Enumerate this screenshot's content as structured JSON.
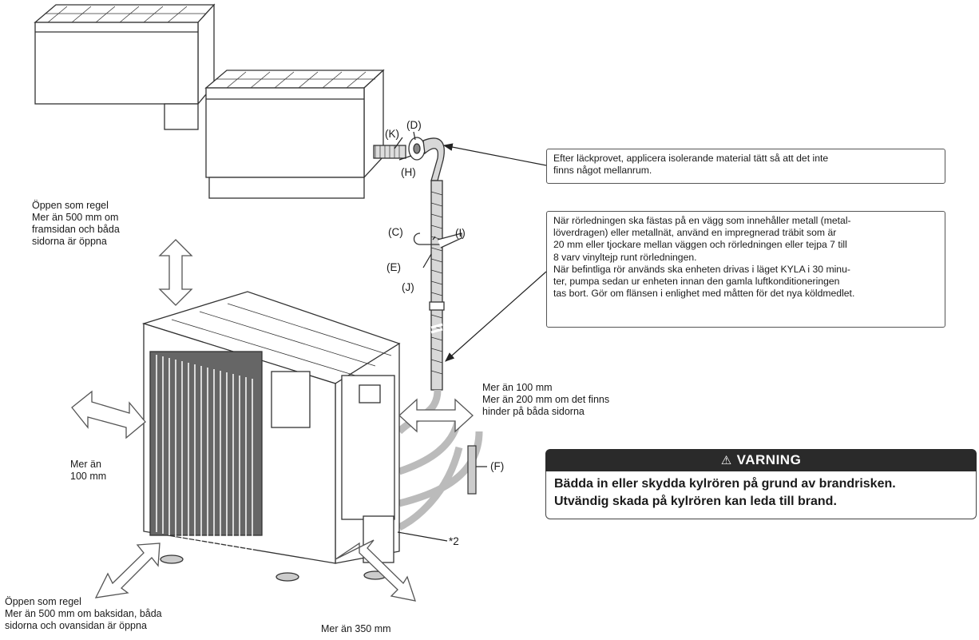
{
  "callouts": {
    "top": [
      "Efter läckprovet, applicera isolerande material tätt så att det inte",
      "finns något mellanrum."
    ],
    "middle": [
      "När rörledningen ska fästas på en vägg som innehåller metall (metal-",
      "löverdragen) eller metallnät, använd en impregnerad träbit som är",
      "20 mm eller tjockare mellan väggen och rörledningen eller tejpa 7 till",
      "8 varv vinyltejp runt rörledningen.",
      "När befintliga rör används ska enheten drivas i läget KYLA i 30 minu-",
      "ter, pumpa sedan ur enheten innan den gamla luftkonditioneringen",
      "tas bort. Gör om flänsen i enlighet med måtten för det nya köldmedlet."
    ]
  },
  "clearance": {
    "top": [
      "Öppen som regel",
      "Mer än 500 mm om",
      "framsidan och båda",
      "sidorna är öppna"
    ],
    "left": [
      "Mer än",
      "100 mm"
    ],
    "right": [
      "Mer än 100 mm",
      "Mer än 200 mm om det finns",
      "hinder på båda sidorna"
    ],
    "back": [
      "Öppen som regel",
      "Mer än 500 mm om baksidan, båda",
      "sidorna och ovansidan är öppna"
    ],
    "front": [
      "Mer än 350 mm"
    ]
  },
  "part_labels": {
    "K": "(K)",
    "D": "(D)",
    "H": "(H)",
    "C": "(C)",
    "I": "(I)",
    "E": "(E)",
    "J": "(J)",
    "F": "(F)",
    "note2": "*2"
  },
  "warning": {
    "title": "VARNING",
    "symbol": "⚠",
    "lines": [
      "Bädda in eller skydda kylrören på grund av brandrisken.",
      "Utvändig skada på kylrören kan leda till brand."
    ]
  }
}
